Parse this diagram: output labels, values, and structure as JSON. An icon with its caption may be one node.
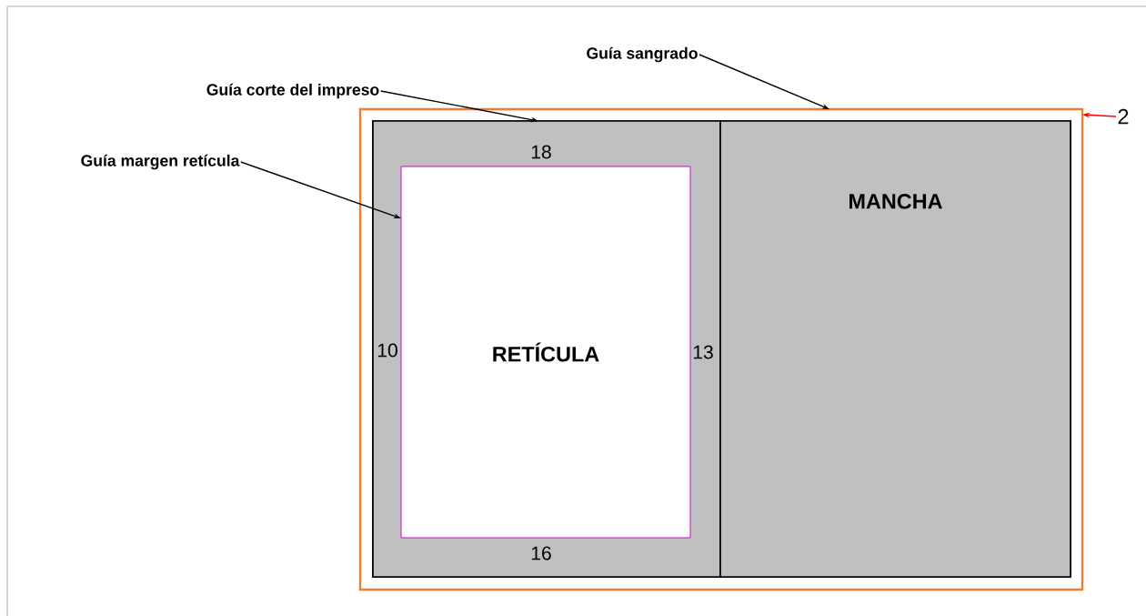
{
  "diagram": {
    "nodes": [
      {
        "text": [
          "Guía corte del impreso"
        ]
      },
      {
        "text": [
          "Guía sangrado"
        ]
      },
      {
        "text": [
          "Guía margen retícula"
        ]
      },
      {
        "text": [],
        "shape": "box"
      },
      {
        "text": [],
        "shape": "box",
        "in": 3
      },
      {
        "text": [],
        "shape": "box",
        "in": 4
      },
      {
        "text": [
          "MANCHA"
        ],
        "in": 4
      },
      {
        "text": [
          "RETÍCULA"
        ],
        "in": 5
      },
      {
        "text": [
          "2"
        ]
      }
    ],
    "edges": [
      {
        "from": 0,
        "to": 4,
        "arrow": "to"
      },
      {
        "from": 1,
        "to": 3,
        "arrow": "to"
      },
      {
        "from": 2,
        "to": 7,
        "arrow": "to"
      },
      {
        "from": 8,
        "to": 3,
        "arrow": "to",
        "color": "#ff0000"
      }
    ],
    "labels": [
      "18",
      "10",
      "13",
      "16"
    ]
  }
}
